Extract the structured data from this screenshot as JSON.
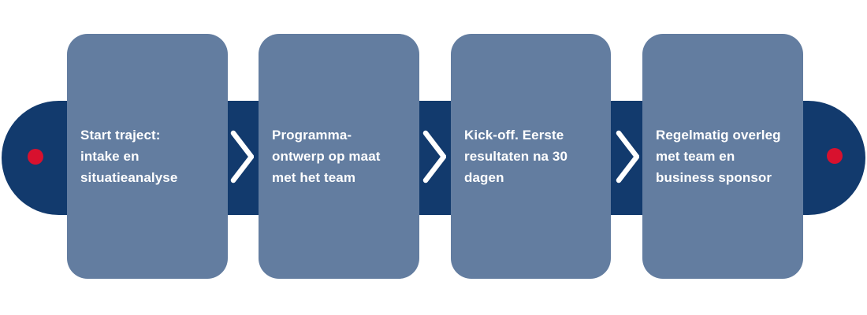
{
  "diagram": {
    "type": "process-flow",
    "colors": {
      "background": "#ffffff",
      "band": "#123a6d",
      "card": "#637da0",
      "chevron": "#ffffff",
      "dot": "#d8112e",
      "text": "#ffffff"
    },
    "start_marker": "red-dot",
    "end_marker": "red-dot",
    "steps": [
      {
        "lines": [
          "Start traject:",
          "intake en",
          "situatieanalyse"
        ]
      },
      {
        "lines": [
          "Programma-",
          "ontwerp op maat",
          "met het team"
        ]
      },
      {
        "lines": [
          "Kick-off. Eerste",
          "resultaten na 30",
          "dagen"
        ]
      },
      {
        "lines": [
          "Regelmatig overleg",
          "met team en",
          "business sponsor"
        ]
      }
    ]
  }
}
